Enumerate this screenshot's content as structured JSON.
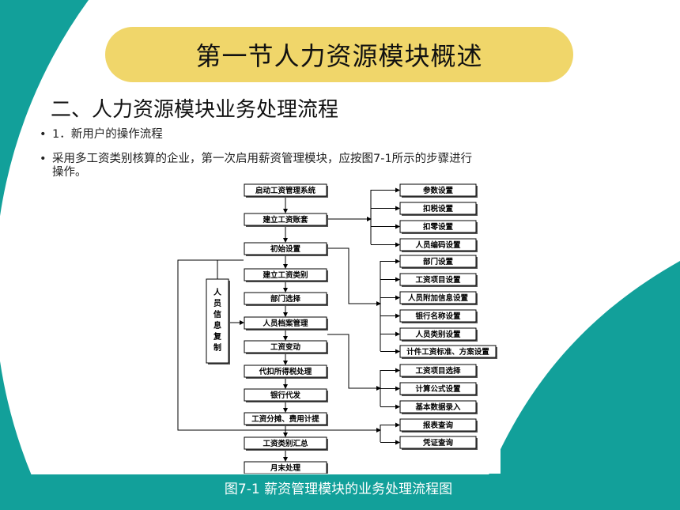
{
  "slide": {
    "title": "第一节人力资源模块概述",
    "heading": "二、人力资源模块业务处理流程",
    "bullets": [
      "1．新用户的操作流程",
      "采用多工资类别核算的企业，第一次启用薪资管理模块，应按图7-1所示的步骤进行",
      "操作。"
    ],
    "bullet_marker": "•",
    "caption": "图7-1  薪资管理模块的业务处理流程图"
  },
  "colors": {
    "teal": "#12a09a",
    "pill": "#f0d66a",
    "white": "#ffffff"
  },
  "flow": {
    "main": [
      "启动工资管理系统",
      "建立工资账套",
      "初始设置",
      "建立工资类别",
      "部门选择",
      "人员档案管理",
      "工资变动",
      "代扣所得税处理",
      "银行代发",
      "工资分摊、费用计提",
      "工资类别汇总",
      "月末处理"
    ],
    "side": "人员信息复制",
    "right": [
      "参数设置",
      "扣税设置",
      "扣零设置",
      "人员编码设置",
      "部门设置",
      "工资项目设置",
      "人员附加信息设置",
      "银行名称设置",
      "人员类别设置",
      "计件工资标准、方案设置",
      "工资项目选择",
      "计算公式设置",
      "基本数据录入",
      "报表查询",
      "凭证查询"
    ]
  }
}
